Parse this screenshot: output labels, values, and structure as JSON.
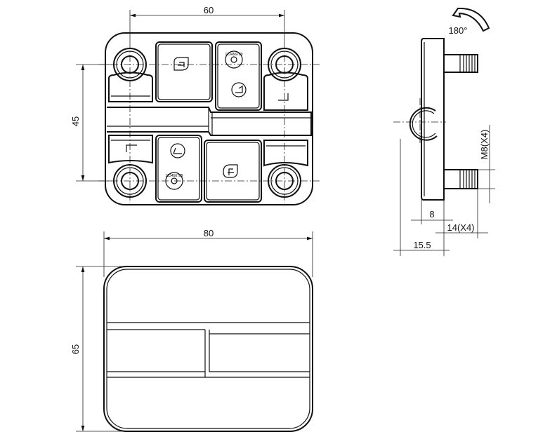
{
  "drawing": {
    "top_view": {
      "width_dim": "60",
      "height_dim": "45"
    },
    "bottom_view": {
      "width_dim": "80",
      "height_dim": "65"
    },
    "side_view": {
      "rotation": "180°",
      "thread": "M8(X4)",
      "thickness": "8",
      "bolt_length": "14(X4)",
      "axis_offset": "15.5"
    },
    "date_wheel_top": "123456789",
    "date_wheel_bottom": "123456789"
  }
}
